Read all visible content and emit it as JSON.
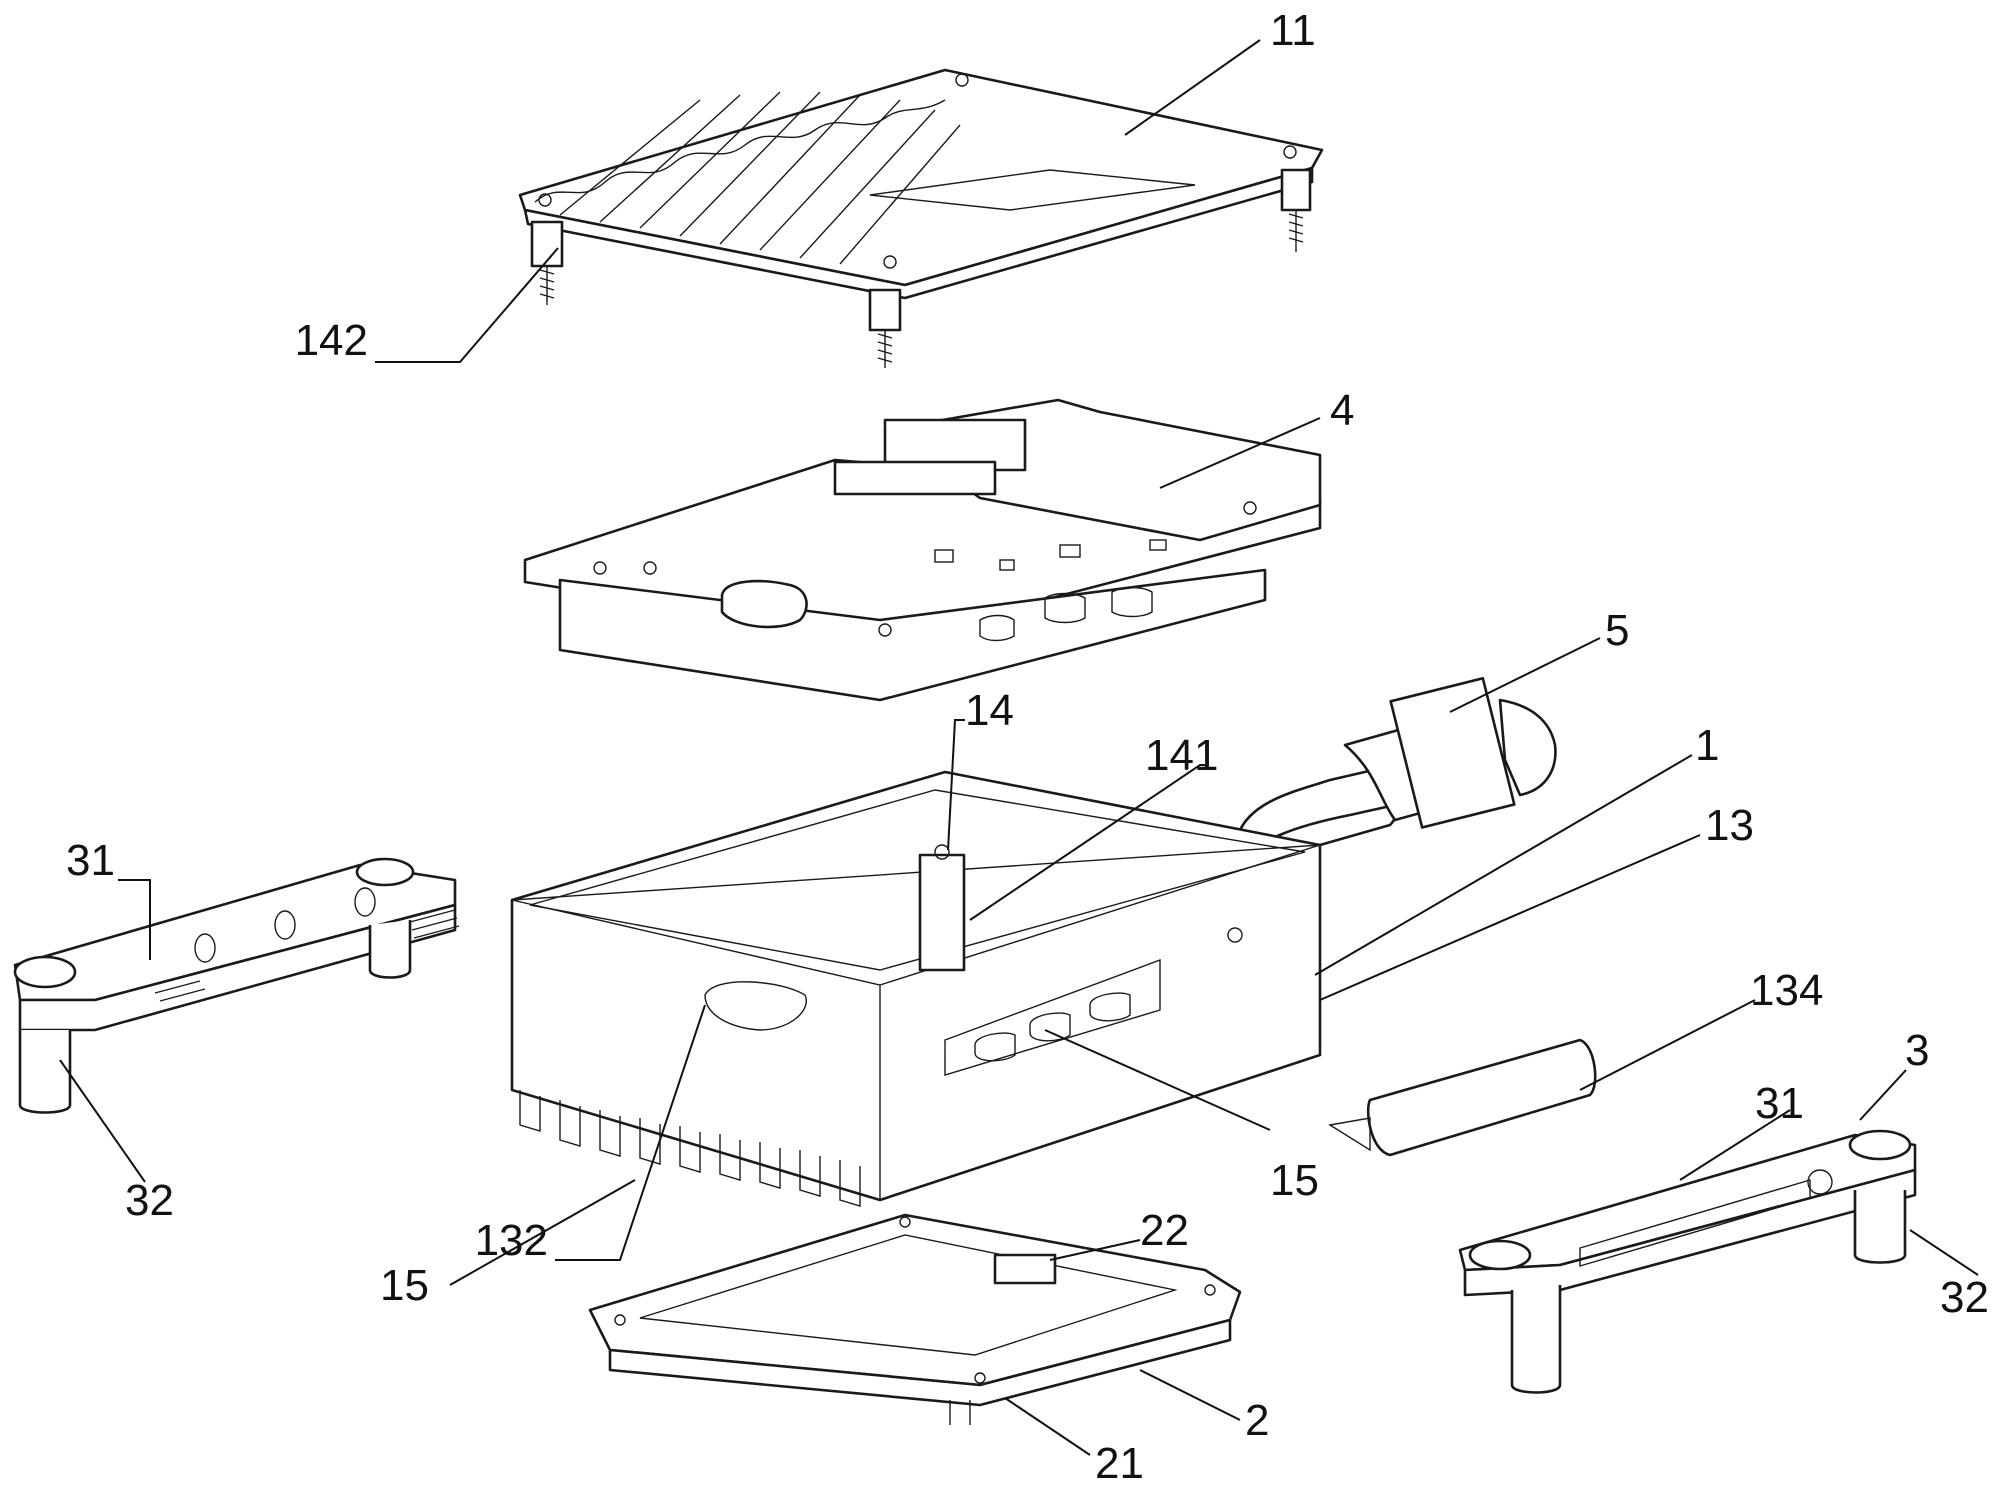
{
  "colors": {
    "line": "#1a1a1a",
    "background": "#ffffff"
  },
  "labels": [
    {
      "id": "cover",
      "text": "11"
    },
    {
      "id": "standoff-screw",
      "text": "142"
    },
    {
      "id": "circuit-board",
      "text": "4"
    },
    {
      "id": "connector",
      "text": "5"
    },
    {
      "id": "post",
      "text": "14"
    },
    {
      "id": "post-hole",
      "text": "141"
    },
    {
      "id": "housing",
      "text": "1"
    },
    {
      "id": "housing-wall",
      "text": "13"
    },
    {
      "id": "left-handle-bar",
      "text": "31"
    },
    {
      "id": "left-handle-foot",
      "text": "32"
    },
    {
      "id": "side-window",
      "text": "15"
    },
    {
      "id": "grip-hole",
      "text": "132"
    },
    {
      "id": "fins",
      "text": "15"
    },
    {
      "id": "seal-strip",
      "text": "134"
    },
    {
      "id": "right-handle",
      "text": "3"
    },
    {
      "id": "right-handle-bar",
      "text": "31"
    },
    {
      "id": "right-handle-foot",
      "text": "32"
    },
    {
      "id": "base-tab",
      "text": "22"
    },
    {
      "id": "base-plate",
      "text": "2"
    },
    {
      "id": "base-edge",
      "text": "21"
    }
  ]
}
